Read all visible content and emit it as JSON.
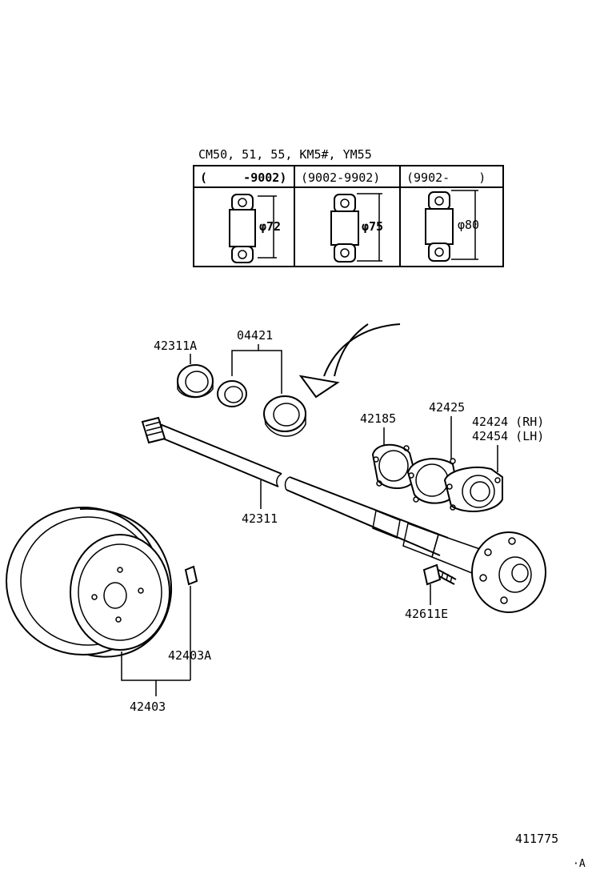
{
  "applicability": "CM50, 51, 55, KM5#, YM55",
  "bearing_table": {
    "columns": [
      {
        "period": "(     -9002)",
        "dimension": "φ72"
      },
      {
        "period": "(9002-9902)",
        "dimension": "φ75"
      },
      {
        "period": "(9902-    )",
        "dimension": "φ80"
      }
    ]
  },
  "part_labels": {
    "bearing_outer": "42311A",
    "bearing_kit": "04421",
    "axle_shaft": "42311",
    "gasket_1": "42185",
    "gasket_2": "42425",
    "retainer_rh": "42424 (RH)",
    "retainer_lh": "42454 (LH)",
    "hub_bolt": "42611E",
    "drum_plug": "42403A",
    "brake_drum": "42403"
  },
  "illustration_number": "411775",
  "corner_mark": "·A",
  "colors": {
    "ink": "#000000",
    "paper": "#ffffff"
  }
}
